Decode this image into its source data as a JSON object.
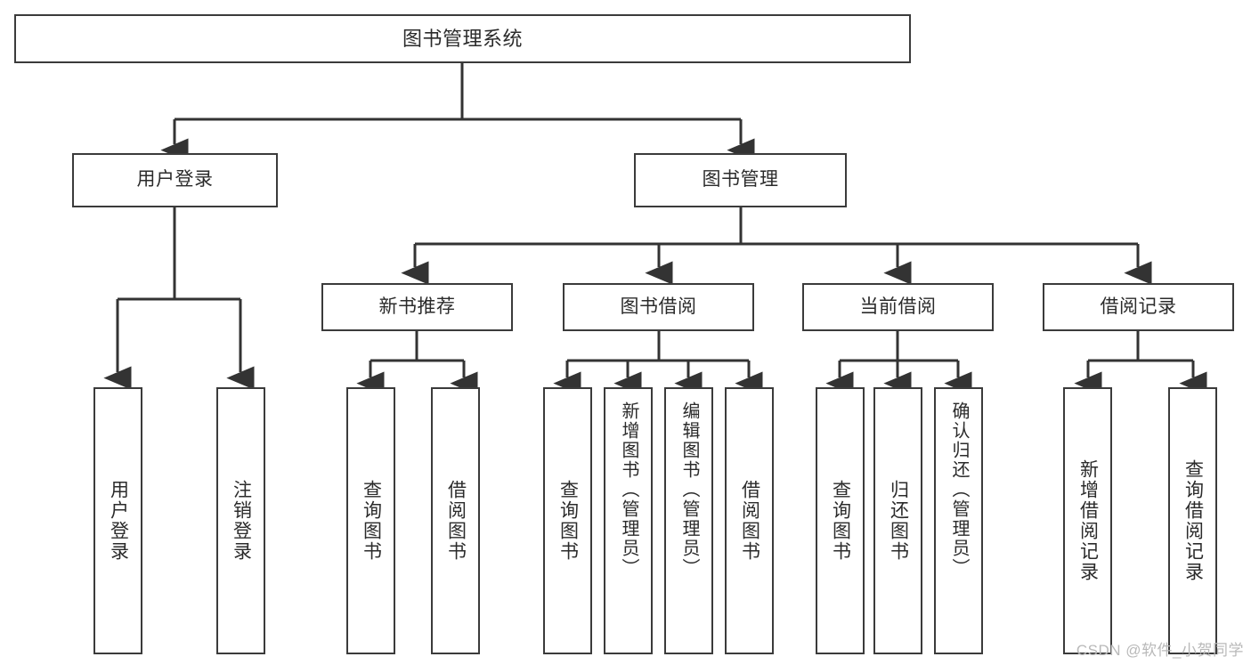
{
  "diagram": {
    "title": "图书管理系统",
    "type": "hierarchy-tree",
    "watermark": "CSDN @软件_小贺同学",
    "colors": {
      "box_border": "#3b3b3b",
      "box_fill": "#ffffff",
      "text": "#2b2b2b",
      "connector": "#333333",
      "watermark": "#b9b9b9",
      "background": "#ffffff"
    },
    "nodes": {
      "root": {
        "label": "图书管理系统"
      },
      "level2": [
        {
          "id": "user-login",
          "label": "用户登录"
        },
        {
          "id": "book-management",
          "label": "图书管理"
        }
      ],
      "level3": [
        {
          "id": "new-book-recommend",
          "label": "新书推荐"
        },
        {
          "id": "book-borrow",
          "label": "图书借阅"
        },
        {
          "id": "current-borrow",
          "label": "当前借阅"
        },
        {
          "id": "borrow-record",
          "label": "借阅记录"
        }
      ],
      "leaves": {
        "user_login": [
          {
            "id": "leaf-user-login",
            "label": "用户登录"
          },
          {
            "id": "leaf-logout",
            "label": "注销登录"
          }
        ],
        "new_book_recommend": [
          {
            "id": "leaf-query-book-1",
            "label": "查询图书"
          },
          {
            "id": "leaf-borrow-book-1",
            "label": "借阅图书"
          }
        ],
        "book_borrow": [
          {
            "id": "leaf-query-book-2",
            "label": "查询图书"
          },
          {
            "id": "leaf-add-book",
            "label": "新增图书（管理员）"
          },
          {
            "id": "leaf-edit-book",
            "label": "编辑图书（管理员）"
          },
          {
            "id": "leaf-borrow-book-2",
            "label": "借阅图书"
          }
        ],
        "current_borrow": [
          {
            "id": "leaf-query-book-3",
            "label": "查询图书"
          },
          {
            "id": "leaf-return-book",
            "label": "归还图书"
          },
          {
            "id": "leaf-confirm-return",
            "label": "确认归还（管理员）"
          }
        ],
        "borrow_record": [
          {
            "id": "leaf-add-record",
            "label": "新增借阅记录"
          },
          {
            "id": "leaf-query-record",
            "label": "查询借阅记录"
          }
        ]
      }
    }
  }
}
